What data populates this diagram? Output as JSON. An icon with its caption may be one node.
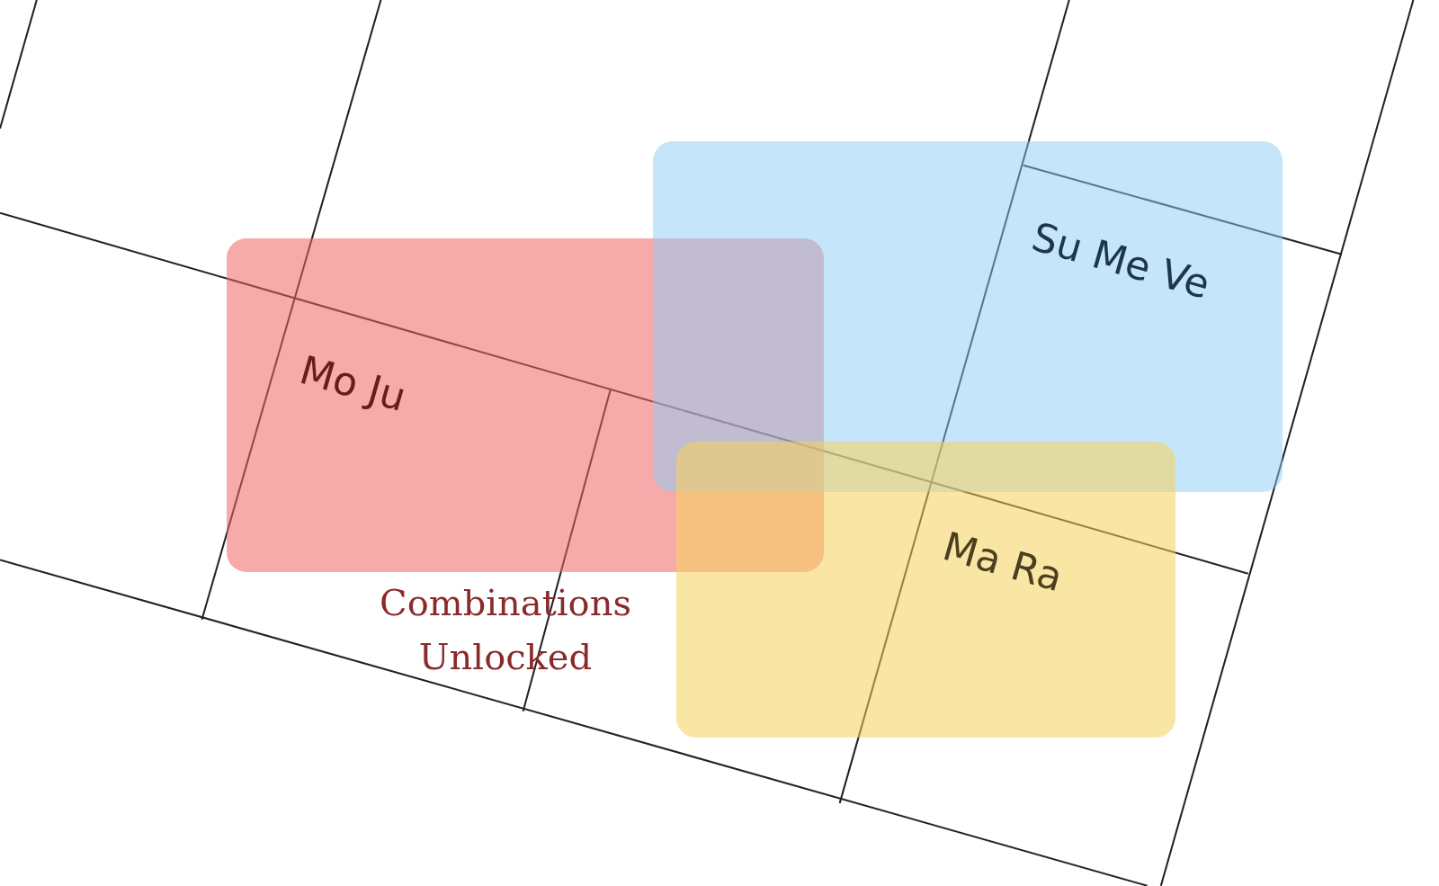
{
  "diagram": {
    "nodes": [
      {
        "text": [
          "Mo Ju"
        ]
      },
      {
        "text": [
          "Su Me Ve"
        ]
      },
      {
        "text": [
          "Ma Ra"
        ]
      }
    ],
    "edges": [],
    "labels": [
      "Combinations Unlocked"
    ]
  }
}
